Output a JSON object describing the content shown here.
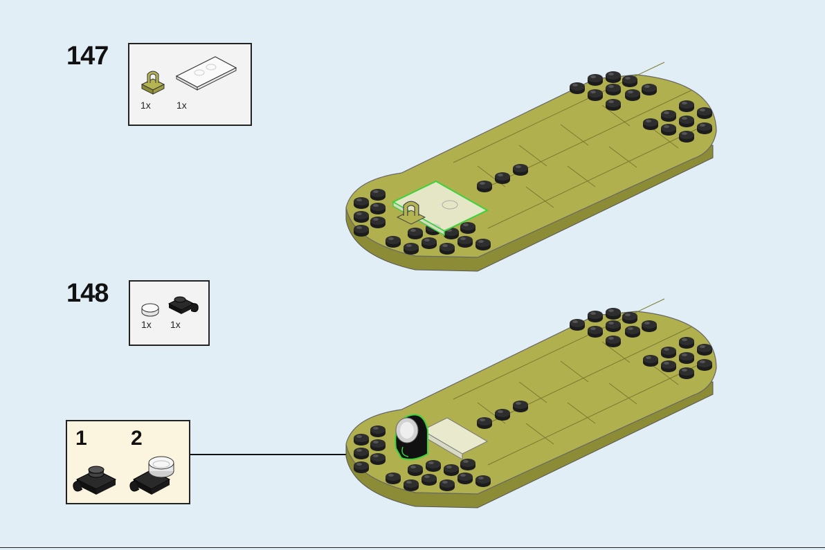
{
  "steps": [
    {
      "number": "147",
      "parts": [
        {
          "name": "olive clip plate",
          "qty": "1x",
          "icon": "clip-plate-icon",
          "color": "#a8a84a"
        },
        {
          "name": "clear tile",
          "qty": "1x",
          "icon": "clear-tile-icon",
          "color": "#f6f6f6"
        }
      ]
    },
    {
      "number": "148",
      "parts": [
        {
          "name": "clear round plate",
          "qty": "1x",
          "icon": "round-plate-icon",
          "color": "#f6f6f6"
        },
        {
          "name": "black clip plate",
          "qty": "1x",
          "icon": "black-clip-icon",
          "color": "#1a1a1a"
        }
      ],
      "callout": {
        "substeps": [
          "1",
          "2"
        ]
      }
    }
  ],
  "colors": {
    "background": "#e2eef5",
    "olive": "#a8a84a",
    "olive_dark": "#8c8c36",
    "highlight": "#3cd23c",
    "callout_bg": "#fbf4df"
  }
}
